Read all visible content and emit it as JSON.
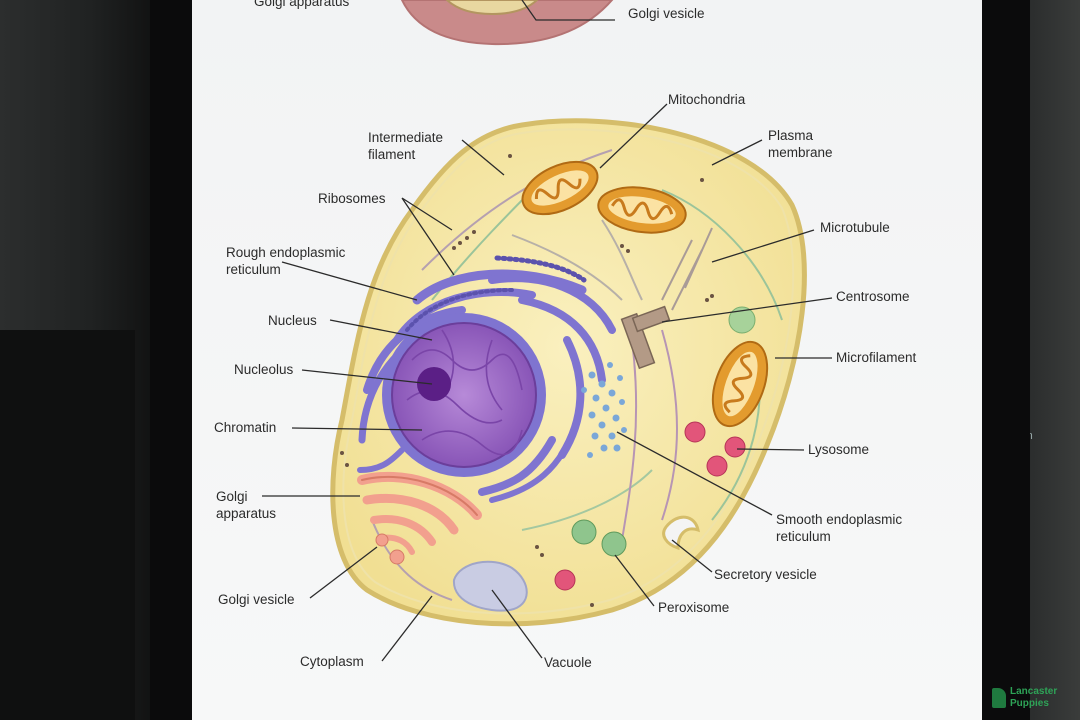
{
  "labels": {
    "top_golgi_apparatus": "Golgi apparatus",
    "top_golgi_vesicle": "Golgi vesicle",
    "mitochondria": "Mitochondria",
    "intermediate_filament_1": "Intermediate",
    "intermediate_filament_2": "filament",
    "plasma_membrane_1": "Plasma",
    "plasma_membrane_2": "membrane",
    "ribosomes": "Ribosomes",
    "microtubule": "Microtubule",
    "rough_er_1": "Rough endoplasmic",
    "rough_er_2": "reticulum",
    "centrosome": "Centrosome",
    "nucleus": "Nucleus",
    "microfilament": "Microfilament",
    "nucleolus": "Nucleolus",
    "chromatin": "Chromatin",
    "lysosome": "Lysosome",
    "golgi_apparatus_1": "Golgi",
    "golgi_apparatus_2": "apparatus",
    "smooth_er_1": "Smooth endoplasmic",
    "smooth_er_2": "reticulum",
    "secretory_vesicle": "Secretory vesicle",
    "golgi_vesicle": "Golgi vesicle",
    "peroxisome": "Peroxisome",
    "cytoplasm": "Cytoplasm",
    "vacuole": "Vacuole"
  },
  "background": {
    "side_text": "qien"
  },
  "watermark": {
    "line1": "Lancaster",
    "line2": "Puppies"
  },
  "colors": {
    "cytoplasm": "#f6e8a8",
    "membrane": "#d8c26e",
    "nucleus": "#9a63c6",
    "nucleolus": "#5b1f86",
    "rough_er": "#7f74d0",
    "smooth_er": "#7aa7d8",
    "mitochondria": "#e6a437",
    "golgi": "#f2a08e",
    "lysosome": "#e2557a",
    "peroxisome": "#8fc58d",
    "vacuole": "#c9cce3"
  }
}
